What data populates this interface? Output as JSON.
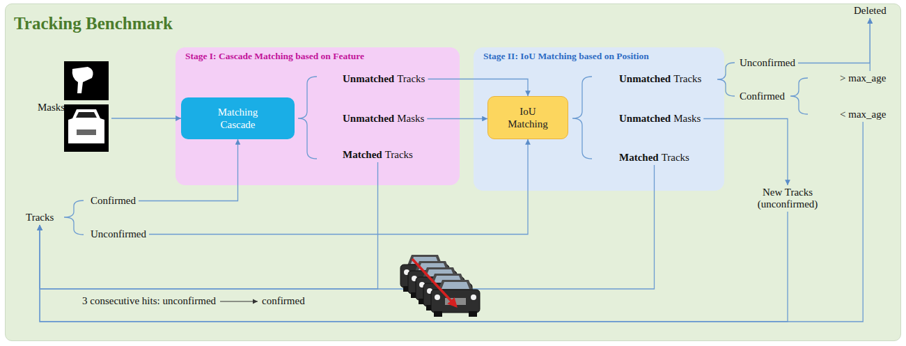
{
  "diagram": {
    "title": "Tracking Benchmark",
    "nodes": [
      {
        "text": [
          "Stage I: Cascade Matching based on Feature"
        ]
      },
      {
        "text": [
          "Matching Cascade"
        ],
        "in": 0
      },
      {
        "text": [
          "Unmatched",
          "Tracks"
        ],
        "in": 0
      },
      {
        "text": [
          "Unmatched",
          "Masks"
        ],
        "in": 0
      },
      {
        "text": [
          "Matched",
          "Tracks"
        ],
        "in": 0
      },
      {
        "text": [
          "Stage II: IoU Matching based on Position"
        ]
      },
      {
        "text": [
          "IoU Matching"
        ],
        "in": 5
      },
      {
        "text": [
          "Unmatched",
          "Tracks"
        ],
        "in": 5
      },
      {
        "text": [
          "Unmatched",
          "Masks"
        ],
        "in": 5
      },
      {
        "text": [
          "Matched",
          "Tracks"
        ],
        "in": 5
      },
      {
        "text": [
          "Masks"
        ]
      },
      {
        "text": [
          "Tracks"
        ]
      },
      {
        "text": [
          "Confirmed"
        ]
      },
      {
        "text": [
          "Unconfirmed"
        ]
      },
      {
        "text": [
          "Unconfirmed"
        ]
      },
      {
        "text": [
          "Confirmed"
        ]
      },
      {
        "text": [
          "> max_age"
        ]
      },
      {
        "text": [
          "< max_age"
        ]
      },
      {
        "text": [
          "Deleted"
        ]
      },
      {
        "text": [
          "New Tracks (unconfirmed)"
        ]
      }
    ],
    "edges": [
      {
        "from": 10,
        "to": 1,
        "arrow": "to"
      },
      {
        "from": 12,
        "to": 1,
        "arrow": "to"
      },
      {
        "from": 13,
        "to": 6,
        "arrow": "to"
      },
      {
        "from": 2,
        "to": 6,
        "arrow": "to"
      },
      {
        "from": 3,
        "to": 6,
        "arrow": "to"
      },
      {
        "from": 4,
        "to": 11,
        "arrow": "to"
      },
      {
        "from": 9,
        "to": 11,
        "arrow": "to"
      },
      {
        "from": 14,
        "to": 18,
        "arrow": "to"
      },
      {
        "from": 16,
        "to": 18,
        "arrow": "to"
      },
      {
        "from": 17,
        "to": 11,
        "arrow": "to"
      },
      {
        "from": 8,
        "to": 19,
        "arrow": "to"
      },
      {
        "from": 19,
        "to": 11,
        "arrow": "to"
      }
    ],
    "labels": [
      "3 consecutive hits: unconfirmed",
      "confirmed"
    ]
  }
}
